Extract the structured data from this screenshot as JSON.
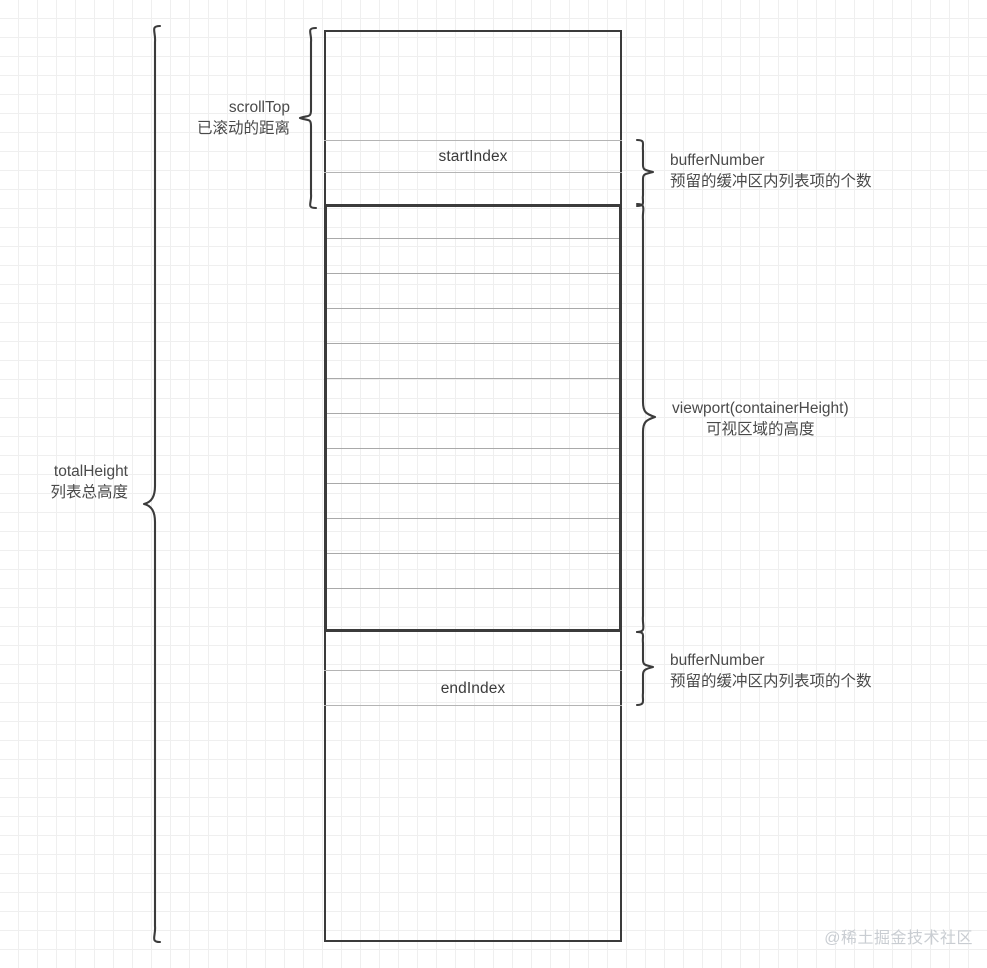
{
  "diagram": {
    "title": "virtual-list-structure",
    "colors": {
      "stroke": "#3b3b3b",
      "row_separator": "#b4b4b4",
      "text": "#4a4a4a",
      "grid_minor": "#efefef",
      "grid_major": "#e6e6e6",
      "watermark": "#c9cdd2"
    }
  },
  "rows": {
    "start_index_label": "startIndex",
    "end_index_label": "endIndex"
  },
  "annotations": {
    "total_height": {
      "name": "totalHeight",
      "desc": "列表总高度"
    },
    "scroll_top": {
      "name": "scrollTop",
      "desc": "已滚动的距离"
    },
    "buffer_top": {
      "name": "bufferNumber",
      "desc": "预留的缓冲区内列表项的个数"
    },
    "viewport": {
      "name": "viewport(containerHeight)",
      "desc": "可视区域的高度"
    },
    "buffer_bottom": {
      "name": "bufferNumber",
      "desc": "预留的缓冲区内列表项的个数"
    }
  },
  "watermark": {
    "text": "@稀土掘金技术社区"
  }
}
